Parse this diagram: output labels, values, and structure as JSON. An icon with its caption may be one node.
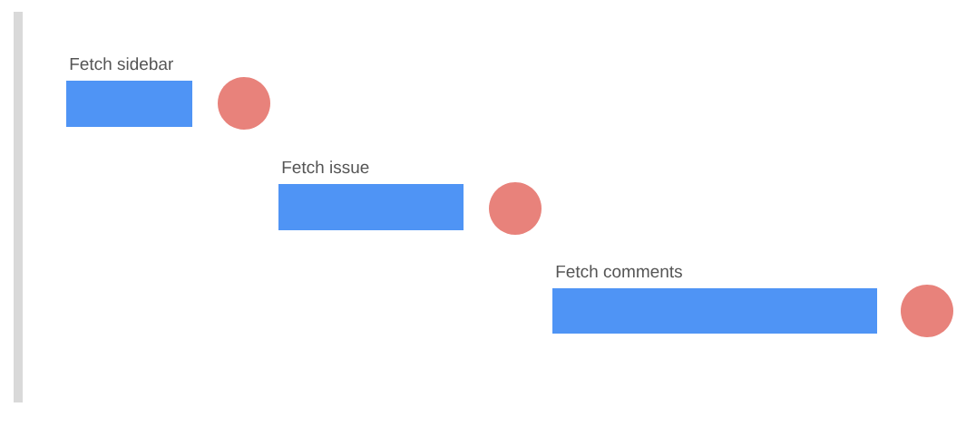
{
  "diagram": {
    "nodes": [
      {
        "text": [
          "Fetch sidebar"
        ]
      },
      {
        "text": [],
        "shape": "circle"
      },
      {
        "text": [
          "Fetch issue"
        ]
      },
      {
        "text": [],
        "shape": "circle"
      },
      {
        "text": [
          "Fetch comments"
        ]
      },
      {
        "text": [],
        "shape": "circle"
      }
    ]
  }
}
